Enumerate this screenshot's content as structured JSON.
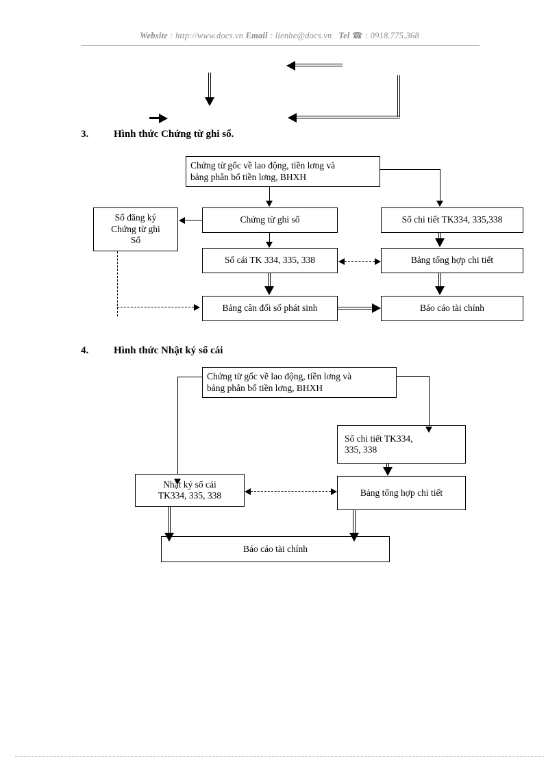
{
  "header": {
    "website_label": "Website",
    "website_url": ": http://www.docs.vn",
    "email_label": "Email",
    "email_value": ": lienhe@docs.vn",
    "tel_label": "Tel",
    "tel_icon": "telephone-icon",
    "tel_value": ": 0918.775.368"
  },
  "section3": {
    "number": "3.",
    "title": "Hình thức Chứng từ ghi sổ.",
    "boxes": {
      "source_doc_line1": "Chứng từ gốc về lao động, tiền lơng   và",
      "source_doc_line2": "bảng phân bổ tiền lơng,   BHXH",
      "register_line1": "Sổ đăng ký",
      "register_line2": "Chứng từ  ghi",
      "register_line3": "Sổ",
      "voucher": "Chứng từ ghi sổ",
      "detail_ledger": "Sổ chi tiết TK334, 335,338",
      "general_ledger": "Sổ cái TK 334, 335, 338",
      "summary_table": "Bảng tổng hợp chi tiết",
      "trial_balance": "Bảng cân đối số phát sinh",
      "financial_report": "Báo cáo tài chính"
    }
  },
  "section4": {
    "number": "4.",
    "title": "Hình thức Nhật ký sổ cái",
    "boxes": {
      "source_doc_line1": "Chứng từ gốc về lao động, tiền lơng   và",
      "source_doc_line2": "bảng phân bổ tiền lơng,   BHXH",
      "detail_ledger_line1": "Sổ chi tiết TK334,",
      "detail_ledger_line2": "335, 338",
      "journal_line1": "Nhật ký sổ cái",
      "journal_line2": "TK334, 335, 338",
      "summary_table": "Bảng tổng hợp chi tiết",
      "financial_report": "Báo cáo tài chính"
    }
  }
}
